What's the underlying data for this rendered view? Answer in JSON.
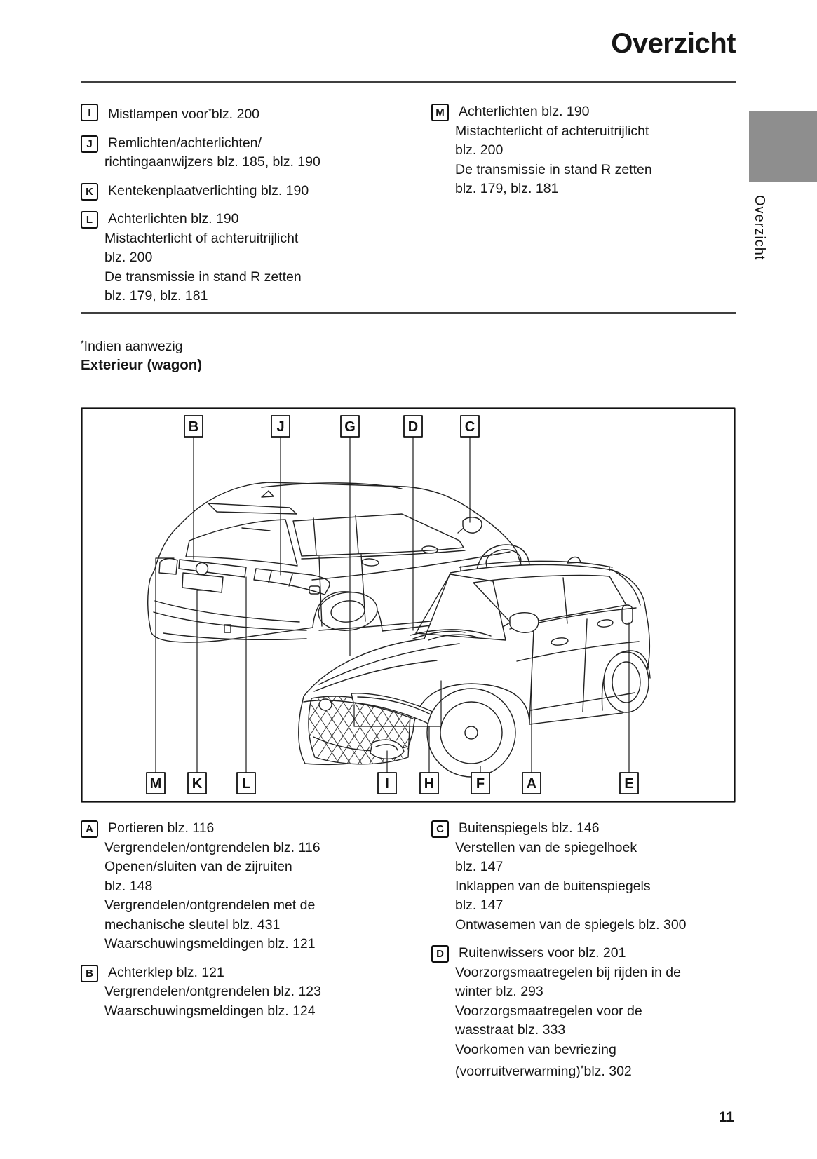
{
  "page": {
    "title": "Overzicht",
    "sidebar_tab": "Overzicht",
    "footnote": {
      "sup": "*",
      "text": "Indien aanwezig"
    },
    "section_heading": "Exterieur (wagon)",
    "page_number": "11"
  },
  "colors": {
    "tab_gray": "#8e8e8e",
    "rule": "#3f3f3f",
    "text": "#161616"
  },
  "top_list": {
    "left": [
      {
        "key": "I",
        "lines": [
          [
            {
              "t": "Mistlampen voor"
            },
            {
              "t": "*",
              "sup": true
            },
            {
              "t": "blz. 200"
            }
          ]
        ]
      },
      {
        "key": "J",
        "lines": [
          "Remlichten/achterlichten/",
          "richtingaanwijzers blz. 185, blz. 190"
        ]
      },
      {
        "key": "K",
        "lines": [
          "Kentekenplaatverlichting blz. 190"
        ]
      },
      {
        "key": "L",
        "lines": [
          "Achterlichten blz. 190",
          "Mistachterlicht of achteruitrijlicht",
          "blz. 200",
          "De transmissie in stand R zetten",
          "blz. 179, blz. 181"
        ]
      }
    ],
    "right": [
      {
        "key": "M",
        "lines": [
          "Achterlichten blz. 190",
          "Mistachterlicht of achteruitrijlicht",
          "blz. 200",
          "De transmissie in stand R zetten",
          "blz. 179, blz. 181"
        ]
      }
    ]
  },
  "diagram": {
    "top_labels": [
      "B",
      "J",
      "G",
      "D",
      "C"
    ],
    "bottom_labels": [
      "M",
      "K",
      "L",
      "I",
      "H",
      "F",
      "A",
      "E"
    ]
  },
  "bottom_list": {
    "left": [
      {
        "key": "A",
        "lines": [
          "Portieren blz. 116",
          "Vergrendelen/ontgrendelen blz. 116",
          "Openen/sluiten van de zijruiten",
          "blz. 148",
          "Vergrendelen/ontgrendelen met de",
          "mechanische sleutel blz. 431",
          "Waarschuwingsmeldingen blz. 121"
        ]
      },
      {
        "key": "B",
        "lines": [
          "Achterklep blz. 121",
          "Vergrendelen/ontgrendelen blz. 123",
          "Waarschuwingsmeldingen blz. 124"
        ]
      }
    ],
    "right": [
      {
        "key": "C",
        "lines": [
          "Buitenspiegels blz. 146",
          "Verstellen van de spiegelhoek",
          "blz. 147",
          "Inklappen van de buitenspiegels",
          "blz. 147",
          "Ontwasemen van de spiegels blz. 300"
        ]
      },
      {
        "key": "D",
        "lines": [
          "Ruitenwissers voor blz. 201",
          "Voorzorgsmaatregelen bij rijden in de",
          "winter blz. 293",
          "Voorzorgsmaatregelen voor de",
          "wasstraat blz. 333",
          "Voorkomen van bevriezing",
          [
            {
              "t": "(voorruitverwarming)"
            },
            {
              "t": "*",
              "sup": true
            },
            {
              "t": "blz. 302"
            }
          ]
        ]
      }
    ]
  }
}
